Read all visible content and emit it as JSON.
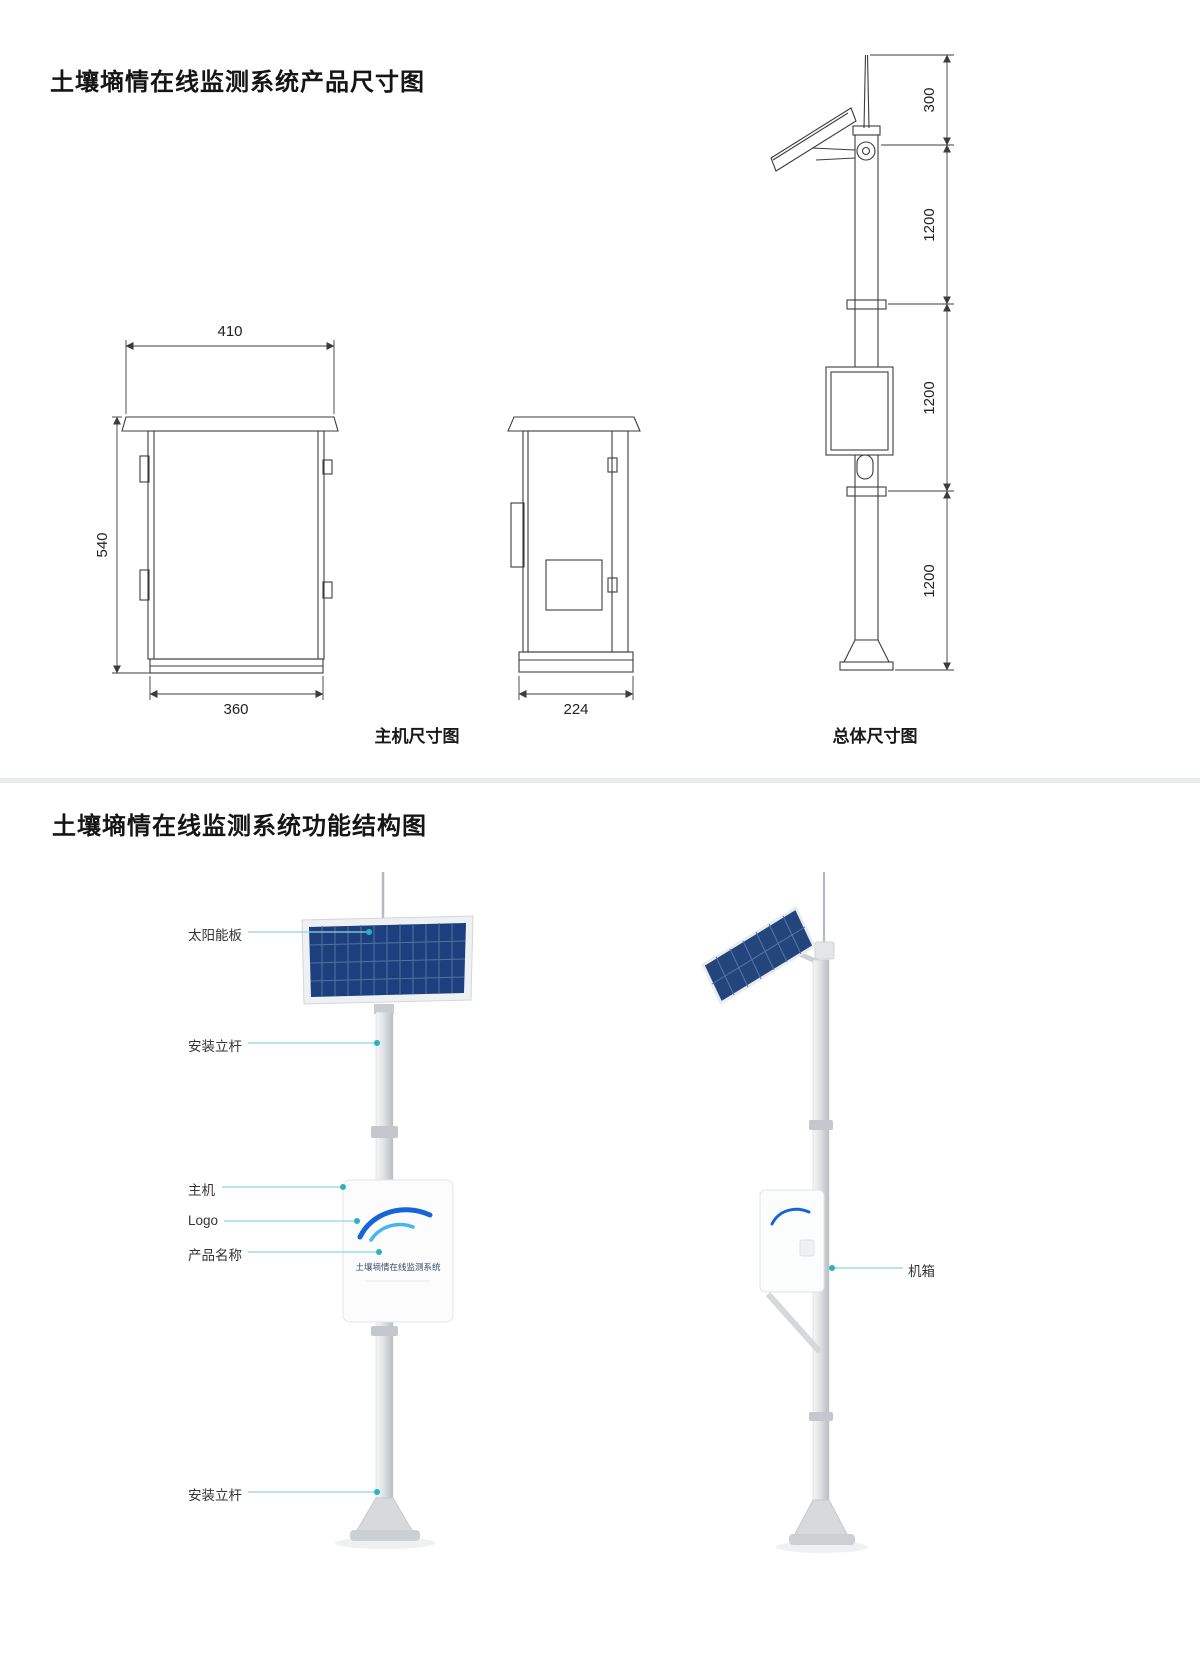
{
  "page1": {
    "title": "土壤墒情在线监测系统产品尺寸图",
    "captions": {
      "main_unit": "主机尺寸图",
      "overall": "总体尺寸图"
    },
    "front": {
      "width_top": "410",
      "height": "540",
      "width_bottom": "360"
    },
    "side": {
      "depth": "224"
    },
    "pole": {
      "seg_antenna": "300",
      "seg1": "1200",
      "seg2": "1200",
      "seg3": "1200"
    }
  },
  "page2": {
    "title": "土壤墒情在线监测系统功能结构图",
    "callouts": {
      "solar_panel": "太阳能板",
      "mount_pole_top": "安装立杆",
      "main_unit": "主机",
      "logo": "Logo",
      "product_name": "产品名称",
      "mount_pole_bottom": "安装立杆",
      "cabinet": "机箱"
    },
    "render": {
      "box_product_name": "土壤墒情在线监测系统"
    },
    "colors": {
      "callout_line": "#8bd7e1",
      "callout_dot": "#2ab2c4",
      "panel_blue": "#1e3f7e"
    }
  }
}
